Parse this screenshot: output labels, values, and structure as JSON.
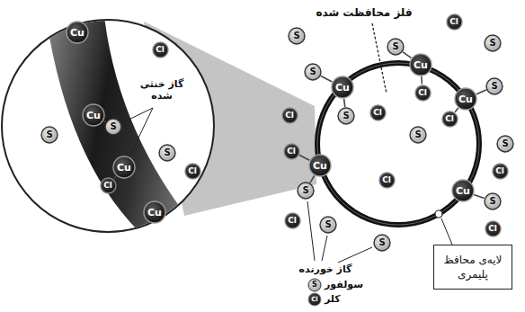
{
  "diagram": {
    "nodes": [
      {
        "text": [
          "Cu"
        ]
      },
      {
        "text": [
          "S"
        ]
      },
      {
        "text": [
          "S"
        ]
      },
      {
        "text": [
          "Cu"
        ]
      },
      {
        "text": [
          "S"
        ]
      },
      {
        "text": [
          "Cl"
        ]
      },
      {
        "text": [
          "Cu"
        ]
      },
      {
        "text": [
          "S"
        ]
      },
      {
        "text": [
          "Cl"
        ]
      },
      {
        "text": [
          "Cu"
        ]
      },
      {
        "text": [
          "Cl"
        ]
      },
      {
        "text": [
          "S"
        ]
      },
      {
        "text": [
          "Cu"
        ]
      },
      {
        "text": [
          "S"
        ]
      },
      {
        "text": [
          "Cl"
        ]
      },
      {
        "text": [
          "S"
        ]
      },
      {
        "text": [
          "S"
        ]
      },
      {
        "text": [
          "Cl"
        ]
      },
      {
        "text": [
          "S"
        ]
      },
      {
        "text": [
          "Cl"
        ]
      },
      {
        "text": [
          "S"
        ]
      },
      {
        "text": [
          "Cl"
        ]
      },
      {
        "text": [
          "Cl"
        ]
      },
      {
        "text": [
          "S"
        ]
      },
      {
        "text": [
          "Cl"
        ]
      },
      {
        "text": [
          "S"
        ]
      },
      {
        "text": [
          "Cl"
        ]
      },
      {
        "text": [
          "Cu"
        ]
      },
      {
        "text": [
          "Cu"
        ]
      },
      {
        "text": [
          "S"
        ]
      },
      {
        "text": [
          "Cu"
        ]
      },
      {
        "text": [
          "Cl"
        ]
      },
      {
        "text": [
          "Cu"
        ]
      },
      {
        "text": [
          "Cl"
        ]
      },
      {
        "text": [
          "S"
        ]
      },
      {
        "text": [
          "S"
        ]
      },
      {
        "text": [
          "Cl"
        ]
      },
      {
        "text": [
          "لایه‌ی محافظ پلیمری"
        ]
      }
    ],
    "edges": [
      {
        "from": 0,
        "to": 1,
        "arrow": "none"
      },
      {
        "from": 0,
        "to": 2,
        "arrow": "none"
      },
      {
        "from": 3,
        "to": 4,
        "arrow": "none"
      },
      {
        "from": 3,
        "to": 5,
        "arrow": "none"
      },
      {
        "from": 6,
        "to": 7,
        "arrow": "none"
      },
      {
        "from": 6,
        "to": 8,
        "arrow": "none"
      },
      {
        "from": 9,
        "to": 10,
        "arrow": "none"
      },
      {
        "from": 9,
        "to": 11,
        "arrow": "none"
      },
      {
        "from": 12,
        "to": 13,
        "arrow": "none"
      },
      {
        "from": 28,
        "to": 29,
        "arrow": "none"
      },
      {
        "from": 30,
        "to": 31,
        "arrow": "none"
      }
    ],
    "labels": [
      "فلز محافظت شده",
      "گاز خنثی شده",
      "گاز خورنده",
      "S",
      "Cl"
    ],
    "legend": [
      {
        "text": "سولفور"
      },
      {
        "text": "کلر"
      }
    ]
  }
}
